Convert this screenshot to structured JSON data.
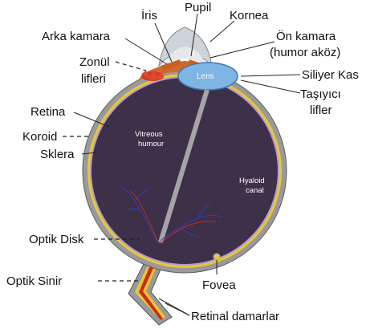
{
  "diagram": {
    "labels": {
      "iris": "İris",
      "pupil": "Pupil",
      "cornea": "Kornea",
      "posterior_chamber": "Arka kamara",
      "anterior_chamber_line1": "Ön kamara",
      "anterior_chamber_line2": "(humor aköz)",
      "zonule_line1": "Zonül",
      "zonule_line2": "lifleri",
      "ciliary_muscle": "Siliyer Kas",
      "suspensory_line1": "Taşıyıcı",
      "suspensory_line2": "lifler",
      "retina": "Retina",
      "choroid": "Koroid",
      "sclera": "Sklera",
      "optic_disc": "Optik Disk",
      "optic_nerve": "Optik Sinir",
      "fovea": "Fovea",
      "retinal_vessels": "Retinal damarlar"
    },
    "inner_labels": {
      "lens": "Lens",
      "vitreous_line1": "Vitreous",
      "vitreous_line2": "humour",
      "hyaloid_line1": "Hyaloid",
      "hyaloid_line2": "canal"
    },
    "colors": {
      "vitreous": "#3c3148",
      "sclera": "#9a9a9a",
      "choroid": "#e8c832",
      "retina": "#b59ad6",
      "iris": "#d06a2a",
      "ciliary": "#d63a2a",
      "lens": "#7fb5e3",
      "cornea": "#cfd4d8",
      "hyaloid": "#a5a5a5",
      "vessels": "#3838b8",
      "optic_nerve_core": "#cc2a1a"
    }
  }
}
